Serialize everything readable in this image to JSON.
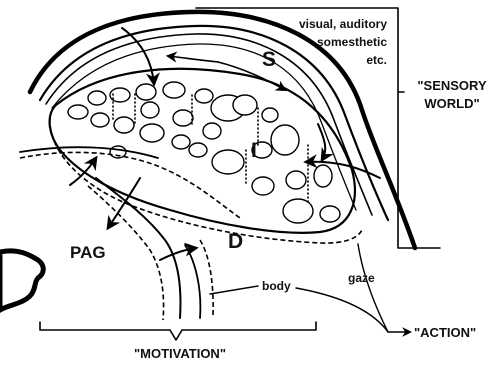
{
  "labels": {
    "layer_s": "S",
    "layer_i": "I",
    "layer_d": "D",
    "pag": "PAG",
    "modalities_line1": "visual, auditory",
    "modalities_line2": "somesthetic",
    "modalities_line3": "etc.",
    "sensory_world_line1": "\"SENSORY",
    "sensory_world_line2": "WORLD\"",
    "body": "body",
    "gaze": "gaze",
    "action": "\"ACTION\"",
    "motivation": "\"MOTIVATION\""
  }
}
